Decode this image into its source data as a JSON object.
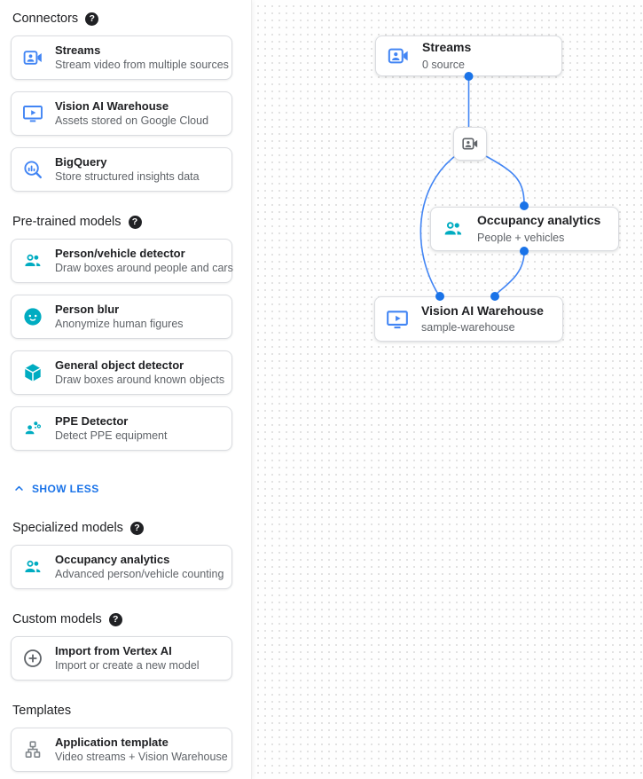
{
  "colors": {
    "icon_blue": "#4285f4",
    "icon_teal": "#00acc1",
    "icon_gray": "#5f6368",
    "link_blue": "#1a73e8",
    "edge_blue": "#4285f4",
    "port_dot_blue": "#1a73e8",
    "title_text": "#202124",
    "subtitle_text": "#5f6368",
    "card_border": "#dadce0"
  },
  "icons": {
    "help_glyph": "?"
  },
  "sidebar": {
    "sections": [
      {
        "title": "Connectors",
        "has_help_icon": true,
        "items": [
          {
            "icon": "video-camera-icon",
            "title": "Streams",
            "subtitle": "Stream video from multiple sources"
          },
          {
            "icon": "monitor-play-icon",
            "title": "Vision AI Warehouse",
            "subtitle": "Assets stored on Google Cloud"
          },
          {
            "icon": "search-chart-icon",
            "title": "BigQuery",
            "subtitle": "Store structured insights data"
          }
        ]
      },
      {
        "title": "Pre-trained models",
        "has_help_icon": true,
        "items": [
          {
            "icon": "people-icon",
            "title": "Person/vehicle detector",
            "subtitle": "Draw boxes around people and cars"
          },
          {
            "icon": "face-icon",
            "title": "Person blur",
            "subtitle": "Anonymize human figures"
          },
          {
            "icon": "cube-icon",
            "title": "General object detector",
            "subtitle": "Draw boxes around known objects"
          },
          {
            "icon": "person-gear-icon",
            "title": "PPE Detector",
            "subtitle": "Detect PPE equipment"
          }
        ]
      },
      {
        "title": "Specialized models",
        "has_help_icon": true,
        "items": [
          {
            "icon": "people-icon",
            "title": "Occupancy analytics",
            "subtitle": "Advanced person/vehicle counting"
          }
        ]
      },
      {
        "title": "Custom models",
        "has_help_icon": true,
        "items": [
          {
            "icon": "plus-circle-icon",
            "title": "Import from Vertex AI",
            "subtitle": "Import or create a new model"
          }
        ]
      },
      {
        "title": "Templates",
        "has_help_icon": false,
        "items": [
          {
            "icon": "tree-icon",
            "title": "Application template",
            "subtitle": "Video streams + Vision Warehouse"
          }
        ]
      }
    ],
    "show_less_label": "SHOW LESS"
  },
  "canvas": {
    "nodes": {
      "streams": {
        "icon": "video-camera-icon",
        "title": "Streams",
        "subtitle": "0 source"
      },
      "processor": {
        "icon": "video-camera-icon"
      },
      "occupancy": {
        "icon": "people-icon",
        "title": "Occupancy analytics",
        "subtitle": "People + vehicles"
      },
      "warehouse": {
        "icon": "monitor-play-icon",
        "title": "Vision AI Warehouse",
        "subtitle": "sample-warehouse"
      }
    }
  }
}
